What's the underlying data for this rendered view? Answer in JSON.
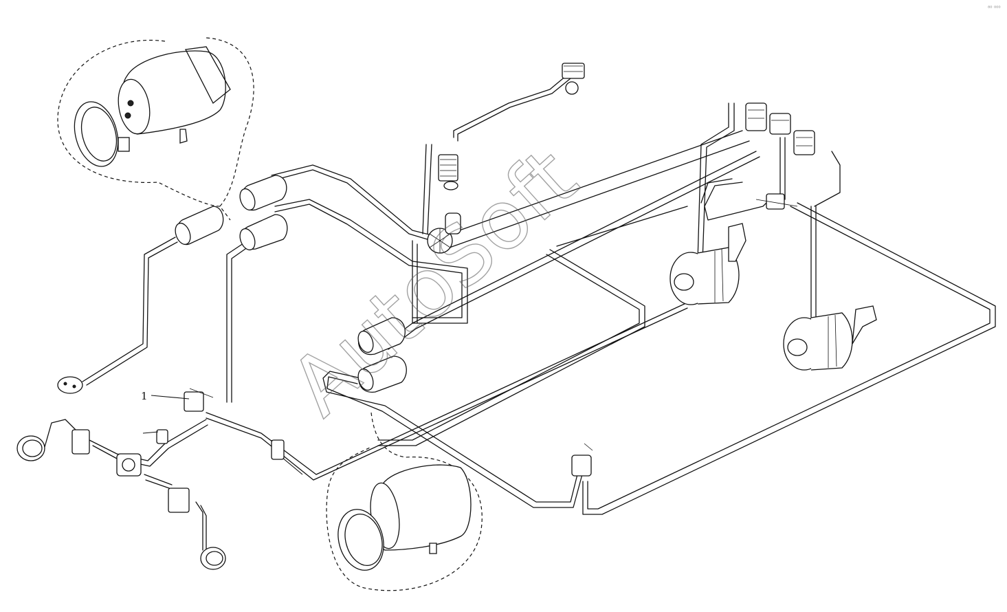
{
  "diagram": {
    "callouts": [
      {
        "id": "1",
        "label": "1"
      }
    ],
    "watermark": "AutoSoft",
    "corner_mark": "⁸⁰ ⁰⁰⁰"
  }
}
